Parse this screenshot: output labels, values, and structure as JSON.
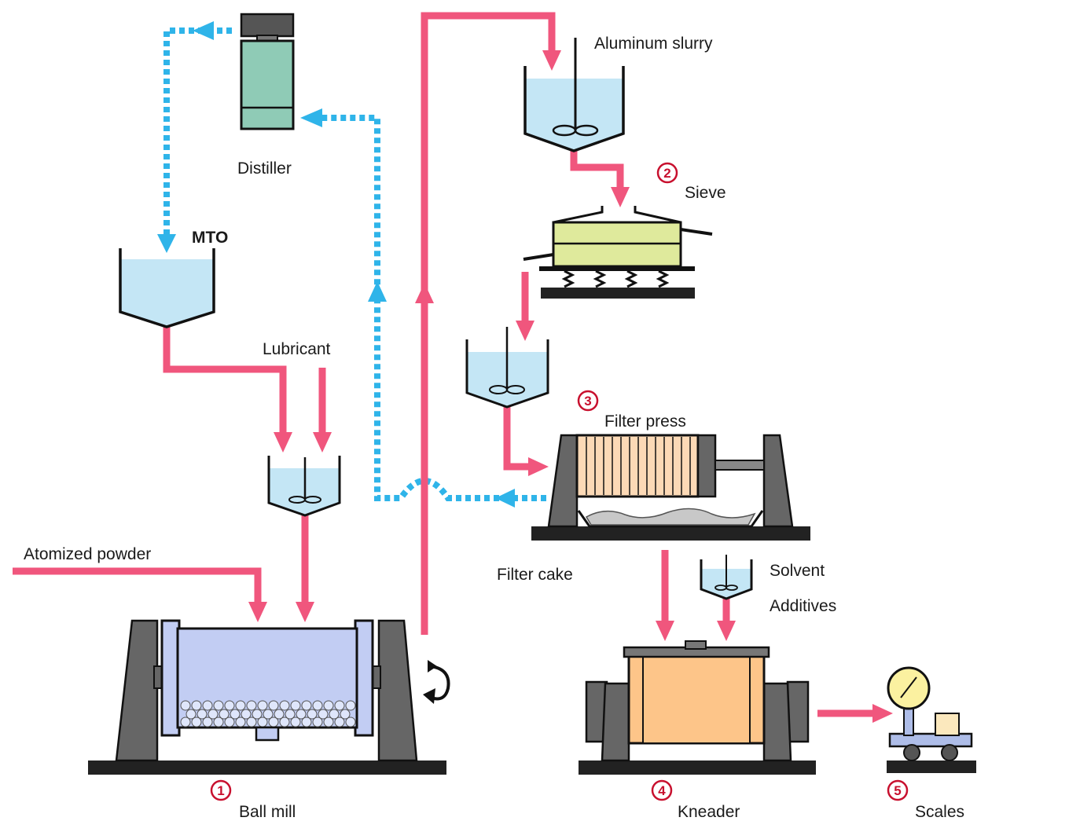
{
  "labels": {
    "distiller": "Distiller",
    "mto": "MTO",
    "lubricant": "Lubricant",
    "atomized_powder": "Atomized powder",
    "aluminum_slurry": "Aluminum slurry",
    "sieve": "Sieve",
    "filter_press": "Filter press",
    "filter_cake": "Filter cake",
    "solvent": "Solvent",
    "additives": "Additives",
    "ball_mill": "Ball mill",
    "kneader": "Kneader",
    "scales": "Scales"
  },
  "steps": {
    "ball_mill": "1",
    "sieve": "2",
    "filter_press": "3",
    "kneader": "4",
    "scales": "5"
  },
  "colors": {
    "material_flow": "#f0567d",
    "solvent_recovery": "#2fb4e9",
    "tank_liquid": "#c4e6f5",
    "ball_mill_drum": "#c2cdf3",
    "kneader_body": "#fdc589",
    "sieve_body": "#dfea9c",
    "distiller_body": "#8fcbb6",
    "step_number": "#c8102e"
  }
}
